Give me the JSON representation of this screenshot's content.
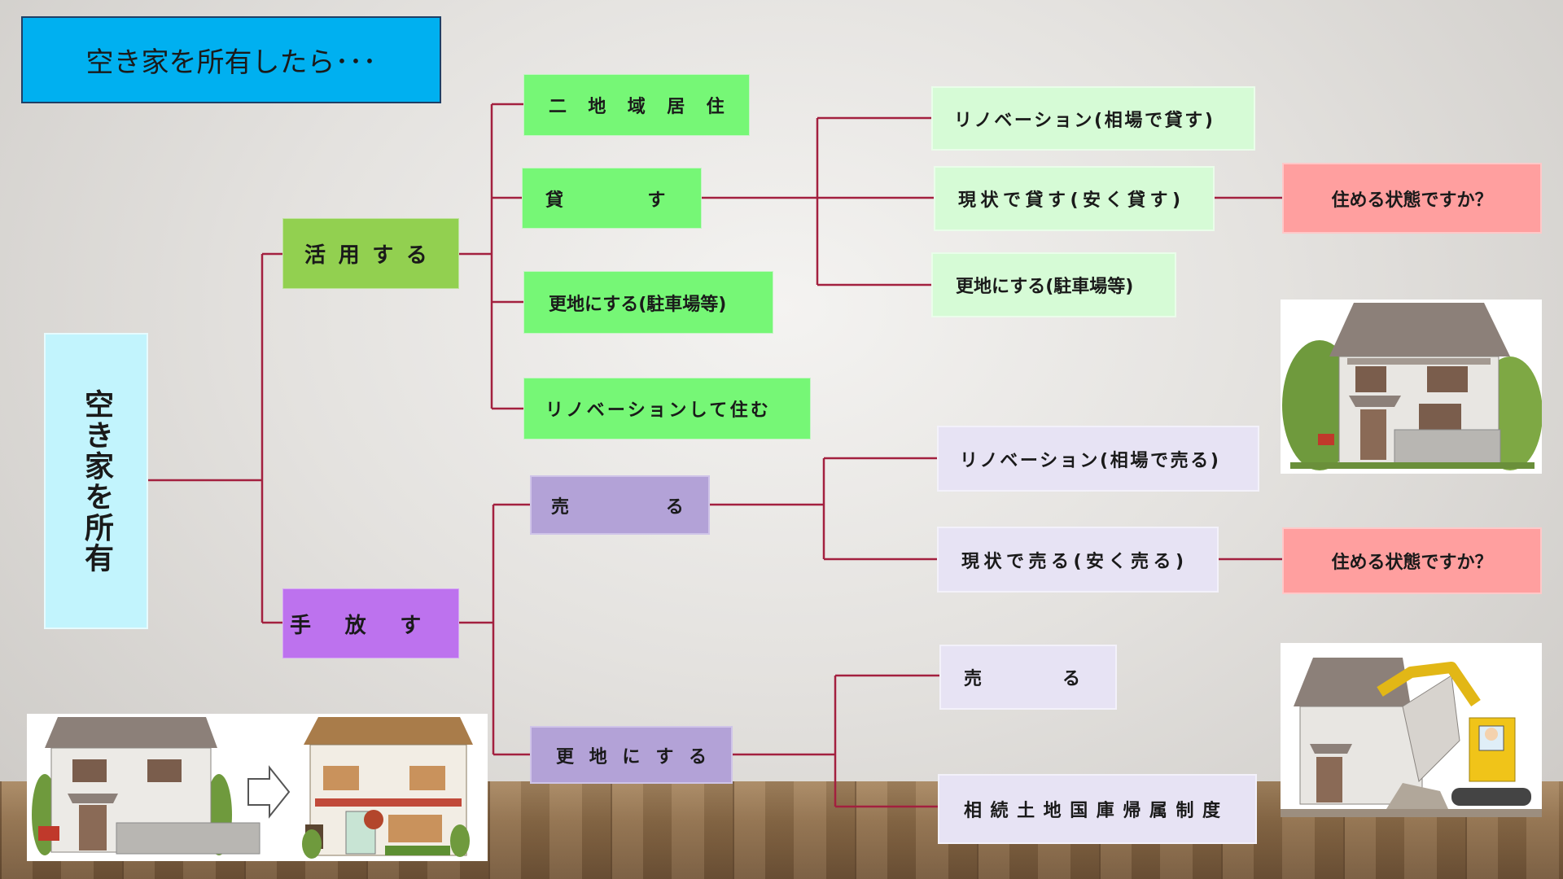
{
  "title": "空き家を所有したら･･･",
  "root": "空き家を所有",
  "branches": {
    "utilize": {
      "label": "活用する",
      "options": {
        "dual_residence": "二地域居住",
        "rent": "貸す",
        "vacant_lot_parking": "更地にする(駐車場等)",
        "renovate_live": "リノベーションして住む"
      },
      "rent_options": {
        "renovate": "リノベーション(相場で貸す)",
        "as_is": "現状で貸す(安く貸す)",
        "vacant_lot": "更地にする(駐車場等)"
      },
      "question": "住める状態ですか？"
    },
    "release": {
      "label": "手放す",
      "options": {
        "sell": "売る",
        "vacant_lot": "更地にする"
      },
      "sell_options": {
        "renovate": "リノベーション(相場で売る)",
        "as_is": "現状で売る(安く売る)"
      },
      "question": "住める状態ですか？",
      "lot_options": {
        "sell": "売る",
        "return_system": "相続土地国庫帰属制度"
      }
    }
  },
  "colors": {
    "title_bg": "#00b0f0",
    "root_bg": "#c2f4fd",
    "connector": "#a3203f",
    "pink": "#ff9f9f"
  },
  "illustrations": [
    "old-house-illustration",
    "demolition-illustration",
    "house-to-cafe-illustration"
  ]
}
